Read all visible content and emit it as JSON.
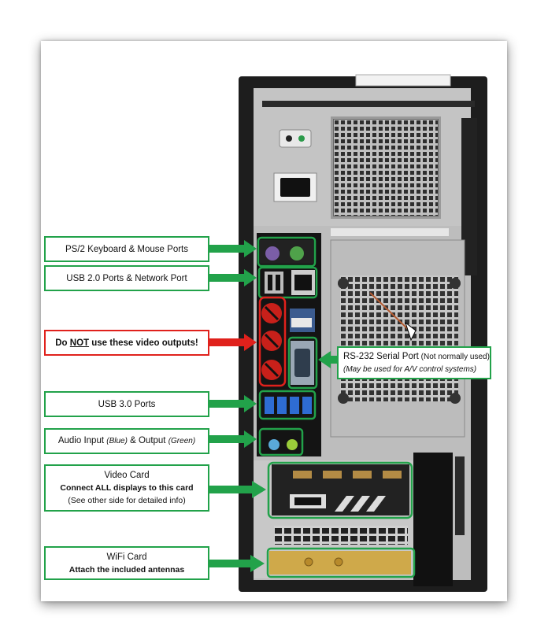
{
  "labels": {
    "ps2": "PS/2 Keyboard & Mouse Ports",
    "usb2": "USB 2.0 Ports & Network Port",
    "video_warning_pre": "Do ",
    "video_warning_not": "NOT",
    "video_warning_post": " use these video outputs!",
    "usb3": "USB 3.0 Ports",
    "audio_pre": "Audio Input ",
    "audio_blue": "(Blue)",
    "audio_mid": " & Output ",
    "audio_green": "(Green)",
    "video_card_title": "Video Card",
    "video_card_bold": "Connect ALL displays to this card",
    "video_card_note": "(See other side for detailed info)",
    "wifi_title": "WiFi Card",
    "wifi_bold": "Attach the included antennas",
    "rs232_main": "RS-232 Serial Port",
    "rs232_note": " (Not normally used)",
    "rs232_sub": "(May be used for A/V control systems)"
  },
  "colors": {
    "green": "#22a24a",
    "red": "#e0211c",
    "chassis": "#1c1c1c",
    "panel": "#c9c9c9"
  }
}
